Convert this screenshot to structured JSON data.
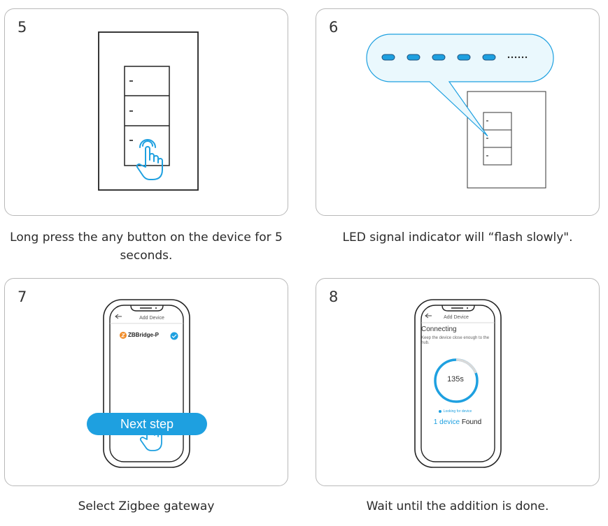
{
  "steps": [
    {
      "number": "5",
      "caption_line1": "Long press the any button on the device for 5",
      "caption_line2": "seconds."
    },
    {
      "number": "6",
      "caption": "LED signal indicator will “flash slowly\"."
    },
    {
      "number": "7",
      "caption": "Select Zigbee gateway",
      "screen": {
        "title": "Add Device",
        "device_name": "ZBBridge-P",
        "button_label": "Next step"
      }
    },
    {
      "number": "8",
      "caption": "Wait until the addition is done.",
      "screen": {
        "title": "Add Device",
        "status": "Connecting",
        "hint": "Keep the device close enough to the hub.",
        "timer": "135s",
        "looking": "Looking for device",
        "found_count": "1 device",
        "found_word": "Found"
      }
    }
  ],
  "colors": {
    "accent": "#1ea0e0",
    "led_light": "#e6f6fc"
  }
}
